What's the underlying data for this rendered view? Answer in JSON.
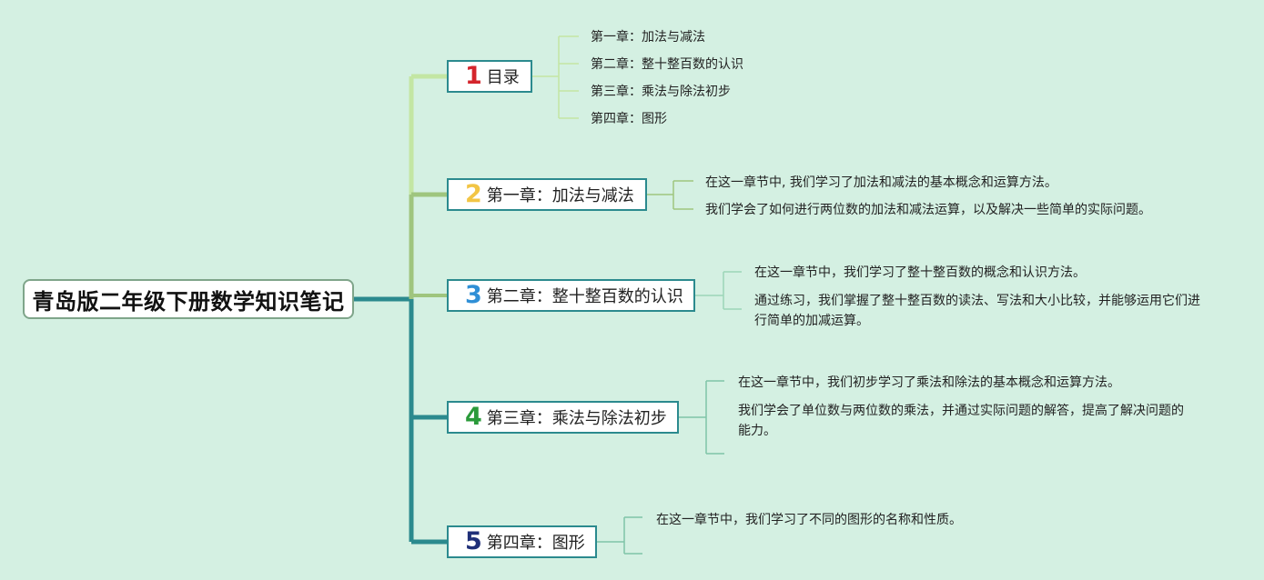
{
  "root": {
    "title": "青岛版二年级下册数学知识笔记"
  },
  "branches": [
    {
      "number": "1",
      "number_color": "#d4252c",
      "label": "目录",
      "leaves": [
        "第一章：加法与减法",
        "第二章：整十整百数的认识",
        "第三章：乘法与除法初步",
        "第四章：图形"
      ]
    },
    {
      "number": "2",
      "number_color": "#f2c545",
      "label": "第一章：加法与减法",
      "leaves": [
        "在这一章节中, 我们学习了加法和减法的基本概念和运算方法。",
        "我们学会了如何进行两位数的加法和减法运算，以及解决一些简单的实际问题。"
      ]
    },
    {
      "number": "3",
      "number_color": "#2f8fd6",
      "label": "第二章：整十整百数的认识",
      "leaves": [
        "在这一章节中，我们学习了整十整百数的概念和认识方法。",
        "通过练习，我们掌握了整十整百数的读法、写法和大小比较，并能够运用它们进行简单的加减运算。"
      ]
    },
    {
      "number": "4",
      "number_color": "#2a9a3a",
      "label": "第三章：乘法与除法初步",
      "leaves": [
        "在这一章节中，我们初步学习了乘法和除法的基本概念和运算方法。",
        "我们学会了单位数与两位数的乘法，并通过实际问题的解答，提高了解决问题的能力。"
      ]
    },
    {
      "number": "5",
      "number_color": "#1f2f78",
      "label": "第四章：图形",
      "leaves": [
        "在这一章节中，我们学习了不同的图形的名称和性质。"
      ]
    }
  ],
  "colors": {
    "trunk": "#2b8a8e",
    "branch1_line": "#c3e6a3",
    "branch2_line": "#9fc57e",
    "leaf_line": "#9cd6b8",
    "background": "#d4f0e2"
  }
}
